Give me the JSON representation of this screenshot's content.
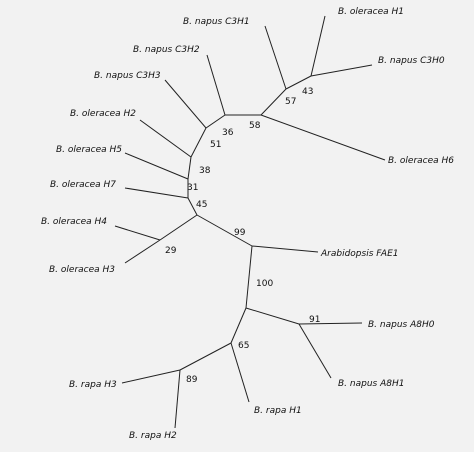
{
  "tree": {
    "taxa": {
      "ol_h1": "B. oleracea H1",
      "na_c3h1": "B. napus C3H1",
      "na_c3h0": "B. napus C3H0",
      "na_c3h2": "B. napus C3H2",
      "na_c3h3": "B. napus C3H3",
      "ol_h2": "B. oleracea H2",
      "ol_h5": "B. oleracea H5",
      "ol_h7": "B. oleracea H7",
      "ol_h4": "B. oleracea H4",
      "ol_h3": "B. oleracea H3",
      "ol_h6": "B. oleracea H6",
      "ara_fae1": "Arabidopsis FAE1",
      "na_a8h0": "B. napus A8H0",
      "na_a8h1": "B. napus A8H1",
      "ra_h1": "B. rapa H1",
      "ra_h2": "B. rapa H2",
      "ra_h3": "B. rapa H3"
    },
    "bootstrap": {
      "b43": "43",
      "b57": "57",
      "b58": "58",
      "b36": "36",
      "b51": "51",
      "b38": "38",
      "b31": "31",
      "b45": "45",
      "b29": "29",
      "b99": "99",
      "b100": "100",
      "b91": "91",
      "b65": "65",
      "b89": "89"
    }
  }
}
